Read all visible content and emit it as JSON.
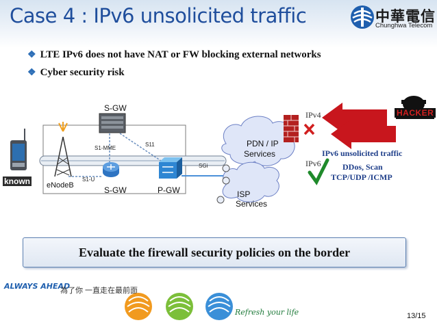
{
  "header": {
    "title": "Case 4 : IPv6 unsolicited traffic",
    "logo_cn": "中華電信",
    "logo_en": "Chunghwa Telecom"
  },
  "bullets": [
    "LTE IPv6 does not have NAT or FW blocking external networks",
    "Cyber security risk"
  ],
  "diagram": {
    "sgw_top_label": "S-GW",
    "s1_mme_label": "S1-MME",
    "s11_label": "S11",
    "s1u_label": "S1-U",
    "sgi_label": "SGi",
    "enodeb_label": "eNodeB",
    "sgw_bottom_label": "S-GW",
    "pgw_label": "P-GW",
    "phone_label": "known",
    "pdn_label_line1": "PDN / IP",
    "pdn_label_line2": "Services",
    "isp_label_line1": "ISP",
    "isp_label_line2": "Services",
    "ipv4_label": "IPv4",
    "ipv6_label": "IPv6",
    "hacker_label": "HACKER",
    "unsolicited_label": "IPv6 unsolicited traffic",
    "ddos_label": "DDos, Scan",
    "protocols_label": "TCP/UDP /ICMP"
  },
  "conclusion": "Evaluate the firewall security policies on the border",
  "footer": {
    "slogan_en": "ALWAYS AHEAD",
    "slogan_cn": "為了你 一直走在最前面",
    "refresh": "Refresh your life",
    "page": "13/15"
  },
  "colors": {
    "title_blue": "#1f4e9c",
    "arrow_red": "#c8161d",
    "check_green": "#1f8a2b",
    "cloud_fill": "#dfe6f8"
  }
}
